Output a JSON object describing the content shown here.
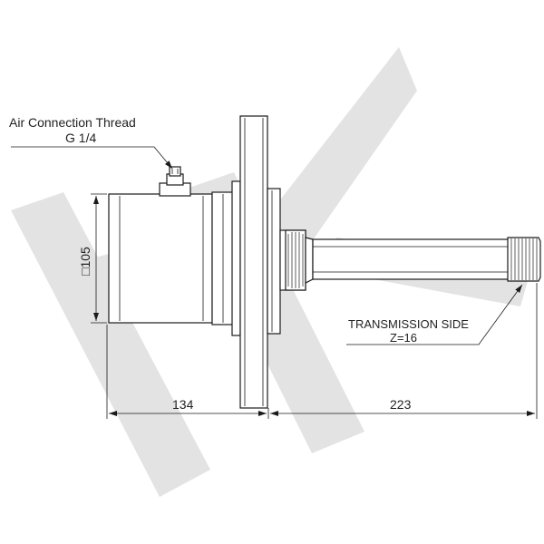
{
  "watermark": {
    "letters": "HK",
    "color": "#e3e3e3"
  },
  "callouts": {
    "air_connection": {
      "line1": "Air Connection Thread",
      "line2": "G 1/4"
    },
    "transmission": {
      "line1": "TRANSMISSION SIDE",
      "line2": "Z=16"
    }
  },
  "dimensions": {
    "housing_square": "□105",
    "flange_to_housing": "134",
    "flange_to_shaft_end": "223"
  },
  "colors": {
    "line": "#1a1a1a",
    "text": "#222222",
    "watermark": "#e3e3e3"
  }
}
